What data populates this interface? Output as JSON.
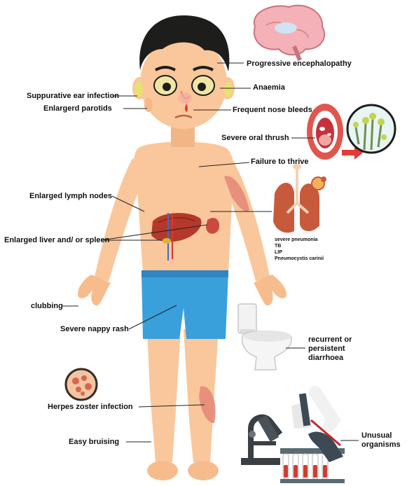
{
  "labels": {
    "encephalopathy": "Progressive encephalopathy",
    "ear_infection": "Suppurative ear infection",
    "anaemia": "Anaemia",
    "parotids": "Enlargerd parotids",
    "nose_bleeds": "Frequent nose bleeds",
    "oral_thrush": "Severe oral thrush",
    "failure_to_thrive": "Failure to thrive",
    "lymph_nodes": "Enlarged lymph nodes",
    "liver_spleen": "Enlarged liver and/ or spleen",
    "clubbing": "clubbing",
    "nappy_rash": "Severe nappy rash",
    "diarrhoea_1": "recurrent or",
    "diarrhoea_2": "persistent",
    "diarrhoea_3": "diarrhoea",
    "herpes": "Herpes zoster infection",
    "bruising": "Easy bruising",
    "organisms_1": "Unusual",
    "organisms_2": "organisms"
  },
  "lung_conditions": [
    "severe pneumonia",
    "TB",
    "LIP",
    "Pneumocystis carinii"
  ],
  "icons": [
    "brain-icon",
    "mouth-icon",
    "fungus-icon",
    "lungs-icon",
    "liver-icon",
    "toilet-icon",
    "microscope-icon",
    "test-tubes-icon",
    "skin-lesion-icon"
  ],
  "colors": {
    "skin": "#f9c79b",
    "hair": "#1d1d1b",
    "shorts": "#3aa0dc",
    "lesion": "#e58a7a",
    "brain": "#f4b1b8",
    "lungs": "#c85a3c"
  }
}
